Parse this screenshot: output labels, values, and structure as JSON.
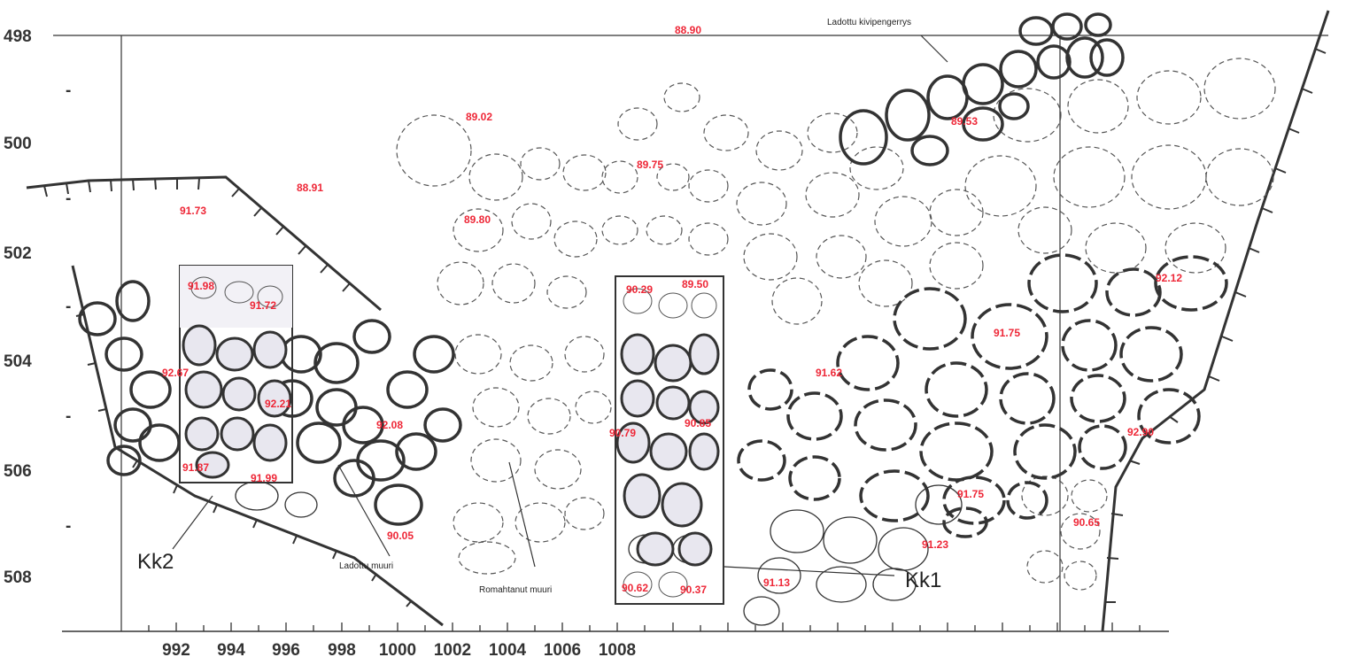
{
  "map": {
    "y_axis_labels": [
      "498",
      "-",
      "500",
      "-",
      "502",
      "-",
      "504",
      "-",
      "506",
      "-",
      "508"
    ],
    "x_axis_labels": [
      "992",
      "994",
      "996",
      "998",
      "1000",
      "1002",
      "1004",
      "1006",
      "1008"
    ],
    "elevations": [
      "88.90",
      "89.02",
      "89.53",
      "89.75",
      "88.91",
      "91.73",
      "89.80",
      "91.98",
      "91.72",
      "90.29",
      "89.50",
      "92.12",
      "91.75",
      "92.67",
      "91.62",
      "92.21",
      "92.08",
      "90.79",
      "90.85",
      "92.90",
      "91.87",
      "91.99",
      "91.75",
      "90.05",
      "91.23",
      "90.65",
      "90.62",
      "90.37",
      "91.13"
    ],
    "annotations": {
      "ladottu_kivipengerrys": "Ladottu kivipengerrys",
      "ladottu_muuri": "Ladottu muuri",
      "romahtanut_muuri": "Romahtanut muuri",
      "kk1": "Kk1",
      "kk2": "Kk2"
    },
    "colors": {
      "elevation_text": "#ee2737",
      "line": "#333333",
      "dashed_stone": "#555555"
    }
  }
}
